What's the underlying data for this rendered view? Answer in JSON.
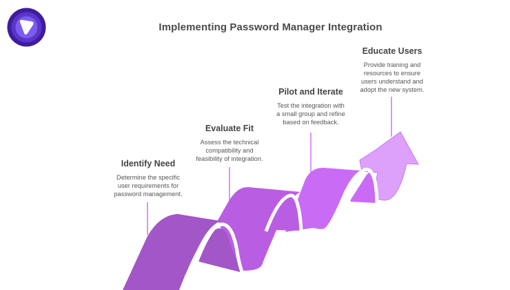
{
  "title": "Implementing Password Manager Integration",
  "logo": {
    "icon": "brand-logo-icon",
    "colors": [
      "#3f1d9e",
      "#5a35c9",
      "#7c5cf0",
      "#ffffff"
    ]
  },
  "steps": [
    {
      "title": "Identify Need",
      "description_lines": [
        "Determine the specific",
        "user requirements for",
        "password management."
      ],
      "color": "#a256c8"
    },
    {
      "title": "Evaluate Fit",
      "description_lines": [
        "Assess the technical",
        "compatibility and",
        "feasibility of integration."
      ],
      "color": "#b95ee3"
    },
    {
      "title": "Pilot and Iterate",
      "description_lines": [
        "Test the integration with",
        "a small group and refine",
        "based on feedback."
      ],
      "color": "#c96bf5"
    },
    {
      "title": "Educate Users",
      "description_lines": [
        "Provide training and",
        "resources to ensure",
        "users understand and",
        "adopt the new system."
      ],
      "color": "#dea1fb"
    }
  ],
  "connector_color": "#cc72f5"
}
